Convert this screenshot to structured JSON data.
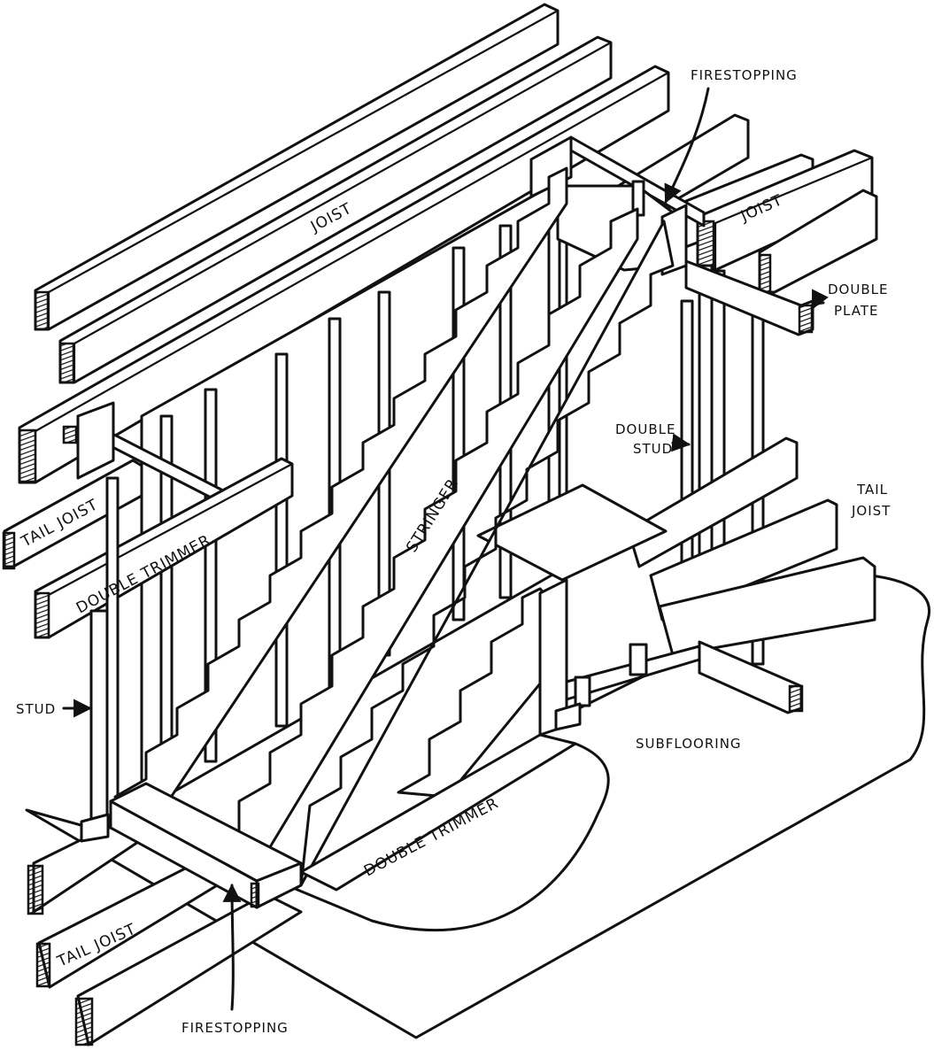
{
  "diagram": {
    "labels": {
      "joist_top": "JOIST",
      "joist_right": "JOIST",
      "firestopping_top": "FIRESTOPPING",
      "double_plate_1": "DOUBLE",
      "double_plate_2": "PLATE",
      "double_stud_1": "DOUBLE",
      "double_stud_2": "STUD",
      "tail_joist_right_1": "TAIL",
      "tail_joist_right_2": "JOIST",
      "tail_joist_left": "TAIL JOIST",
      "double_trimmer_left": "DOUBLE TRIMMER",
      "stringer": "STRINGER",
      "stud": "STUD",
      "subflooring": "SUBFLOORING",
      "double_trimmer_bottom": "DOUBLE TRIMMER",
      "tail_joist_bottom": "TAIL JOIST",
      "firestopping_bottom": "FIRESTOPPING"
    }
  }
}
